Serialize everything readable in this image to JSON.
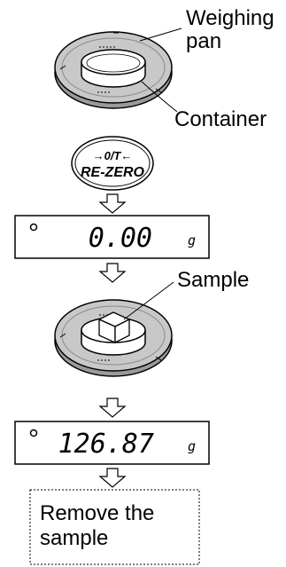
{
  "labels": {
    "weighing_pan_line1": "Weighing",
    "weighing_pan_line2": "pan",
    "container": "Container",
    "sample": "Sample",
    "remove_line1": "Remove the",
    "remove_line2": "sample"
  },
  "rezero_key": {
    "top": "→0/T←",
    "bottom": "RE-ZERO"
  },
  "display_1": {
    "value": "0.00",
    "unit": "g"
  },
  "display_2": {
    "value": "126.87",
    "unit": "g"
  }
}
